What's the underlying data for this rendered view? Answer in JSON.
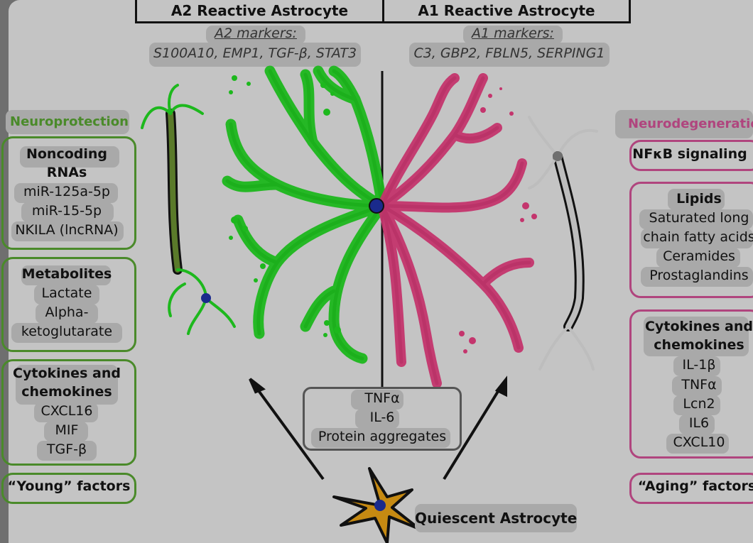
{
  "header": {
    "a2_title": "A2 Reactive Astrocyte",
    "a1_title": "A1 Reactive Astrocyte"
  },
  "markers": {
    "a2_label": "A2 markers:",
    "a2_list": "S100A10, EMP1, TGF-β, STAT3",
    "a1_label": "A1 markers:",
    "a1_list": "C3, GBP2, FBLN5, SERPING1"
  },
  "left": {
    "section": "Neuroprotection",
    "ncrna": {
      "title1": "Noncoding",
      "title2": "RNAs",
      "items": [
        "miR-125a-5p",
        "miR-15-5p",
        "NKILA (lncRNA)"
      ]
    },
    "metabolites": {
      "title": "Metabolites",
      "items": [
        "Lactate",
        "Alpha-",
        "ketoglutarate"
      ]
    },
    "cytokines": {
      "title1": "Cytokines and",
      "title2": "chemokines",
      "items": [
        "CXCL16",
        "MIF",
        "TGF-β"
      ]
    },
    "young": "“Young” factors"
  },
  "right": {
    "section": "Neurodegeneration",
    "nfkb": "NFκB signaling",
    "lipids": {
      "title": "Lipids",
      "items": [
        "Saturated long",
        "chain fatty acids",
        "Ceramides",
        "Prostaglandins"
      ]
    },
    "cytokines": {
      "title1": "Cytokines and",
      "title2": "chemokines",
      "items": [
        "IL-1β",
        "TNFα",
        "Lcn2",
        "IL6",
        "CXCL10"
      ]
    },
    "aging": "“Aging” factors"
  },
  "center": {
    "stimuli": [
      "TNFα",
      "IL-6",
      "Protein aggregates"
    ],
    "quiescent": "Quiescent Astrocyte"
  },
  "colors": {
    "a2": "#1db81d",
    "a1": "#c4356d",
    "quiescent": "#c68a12",
    "nucleus": "#1a2a8c"
  }
}
